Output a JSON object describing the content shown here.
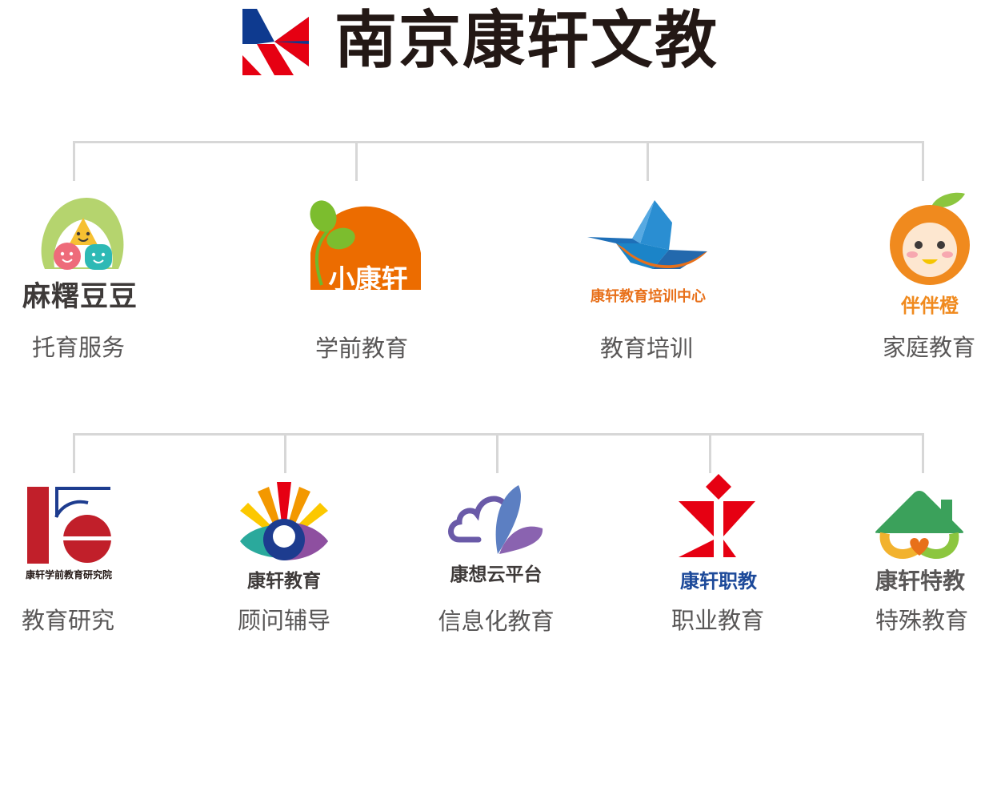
{
  "header": {
    "brand_name": "南京康轩文教"
  },
  "row1": [
    {
      "caption": "托育服务",
      "logo_text": "麻糬豆豆",
      "logo_color": "#3e3a39"
    },
    {
      "caption": "学前教育",
      "logo_text": "小康轩",
      "logo_color": "#ffffff"
    },
    {
      "caption": "教育培训",
      "logo_text": "康轩教育培训中心",
      "logo_color": "#e8701a"
    },
    {
      "caption": "家庭教育",
      "logo_text": "伴伴橙",
      "logo_color": "#f08a1e"
    }
  ],
  "row2": [
    {
      "caption": "教育研究",
      "logo_text": "康轩学前教育研究院",
      "logo_color": "#231815"
    },
    {
      "caption": "顾问辅导",
      "logo_text": "康轩教育",
      "logo_color": "#3e3a39"
    },
    {
      "caption": "信息化教育",
      "logo_text": "康想云平台",
      "logo_color": "#3e3a39"
    },
    {
      "caption": "职业教育",
      "logo_text": "康轩职教",
      "logo_color": "#1d4a9a"
    },
    {
      "caption": "特殊教育",
      "logo_text": "康轩特教",
      "logo_color": "#595757"
    }
  ],
  "colors": {
    "connector": "#d7d7d7",
    "caption": "#595757",
    "brand_blue": "#0e3a8f",
    "brand_red": "#e60012"
  }
}
